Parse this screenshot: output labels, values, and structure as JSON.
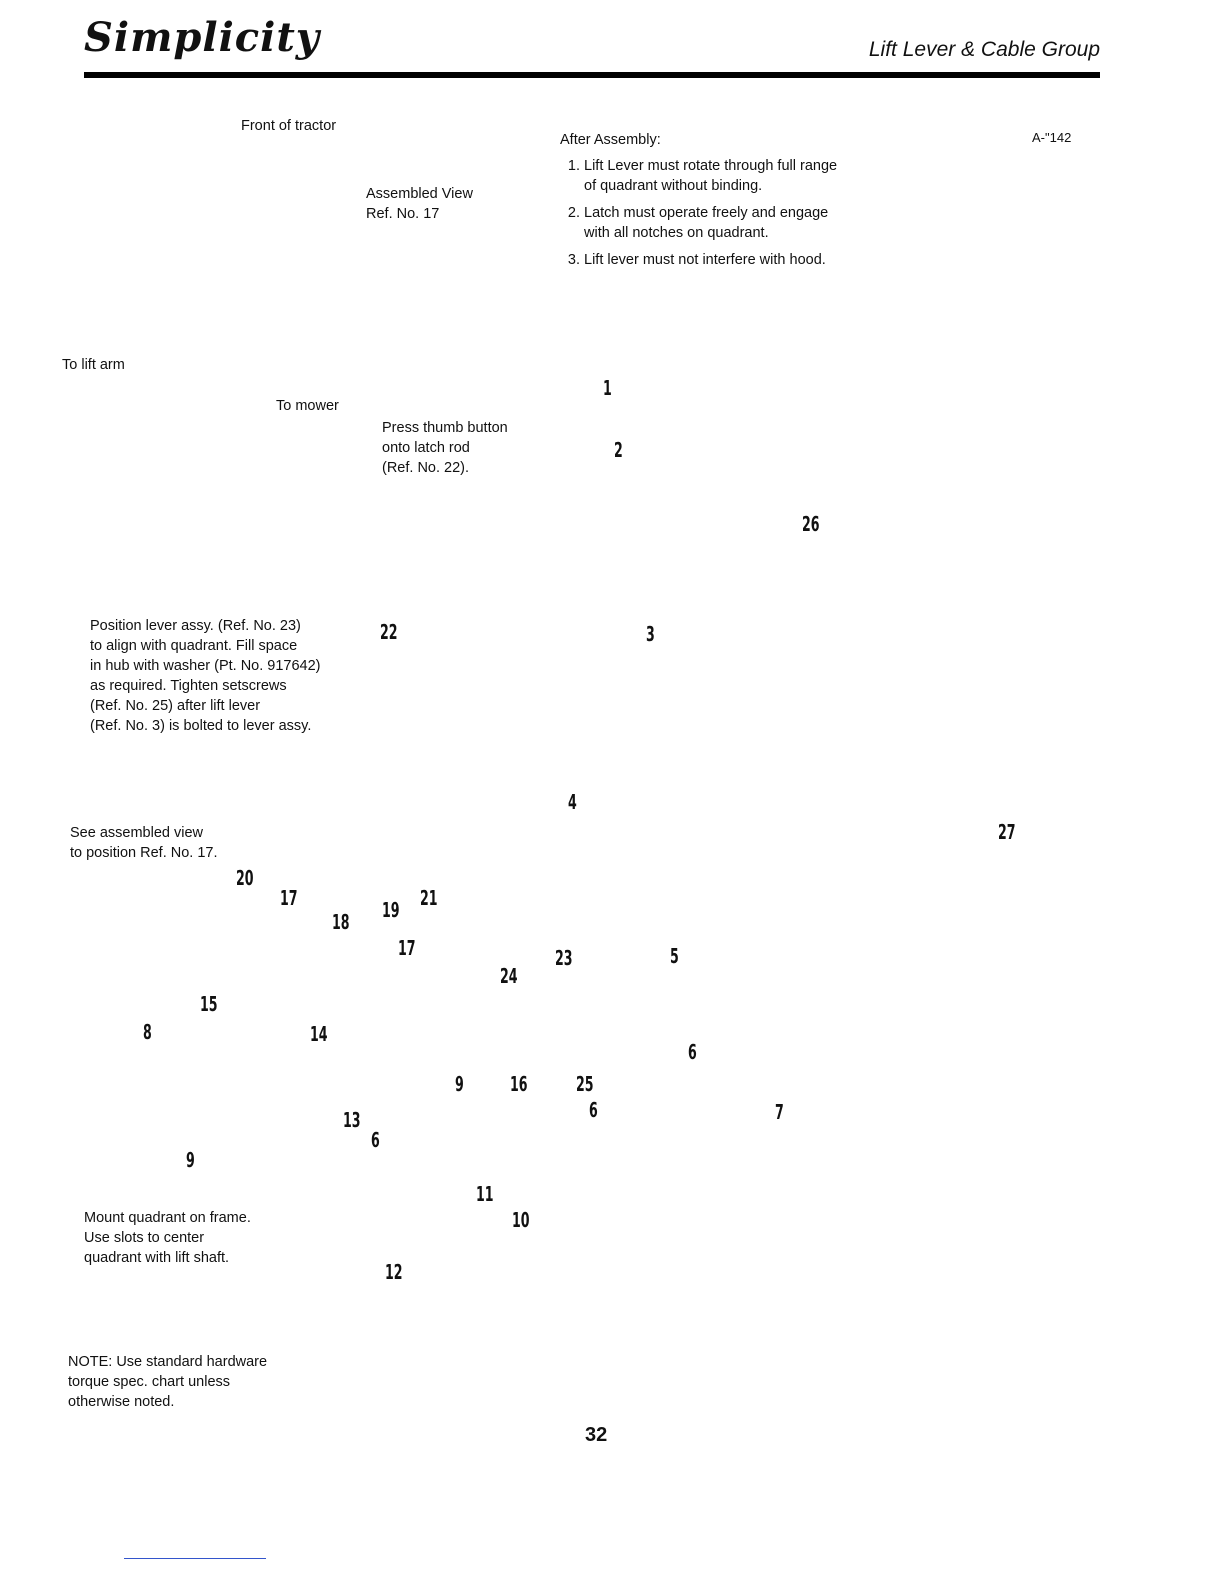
{
  "header": {
    "brand": "Simplicity",
    "section_title": "Lift Lever & Cable Group"
  },
  "figure_id": "A-\"142",
  "inset": {
    "front_label": "Front of tractor",
    "assembled_view_line1": "Assembled View",
    "assembled_view_line2": "Ref. No. 17",
    "to_lift_arm": "To lift arm",
    "to_mower": "To mower"
  },
  "after_assembly": {
    "title": "After Assembly:",
    "items": [
      "Lift Lever must rotate through full range of quadrant without binding.",
      "Latch must operate freely and engage with all notches on quadrant.",
      "Lift lever must not interfere with hood."
    ]
  },
  "callouts": {
    "thumb_button": [
      "Press thumb button",
      "onto latch rod",
      "(Ref. No. 22)."
    ],
    "position_lever": [
      "Position lever assy. (Ref. No. 23)",
      "to align with quadrant. Fill space",
      "in hub with washer (Pt. No. 917642)",
      "as required. Tighten setscrews",
      "(Ref. No. 25) after lift lever",
      "(Ref. No. 3) is bolted to lever assy."
    ],
    "see_assembled": [
      "See assembled view",
      "to position Ref. No. 17."
    ],
    "mount_quadrant": [
      "Mount quadrant on frame.",
      "Use slots to center",
      "quadrant with lift shaft."
    ]
  },
  "part_numbers": [
    "1",
    "2",
    "3",
    "4",
    "5",
    "6",
    "6",
    "6",
    "7",
    "8",
    "9",
    "9",
    "10",
    "11",
    "12",
    "13",
    "14",
    "15",
    "16",
    "17",
    "17",
    "18",
    "19",
    "20",
    "21",
    "22",
    "23",
    "24",
    "25",
    "26",
    "27"
  ],
  "note": [
    "NOTE: Use standard hardware",
    "torque spec. chart unless",
    "otherwise noted."
  ],
  "page_number": "32"
}
